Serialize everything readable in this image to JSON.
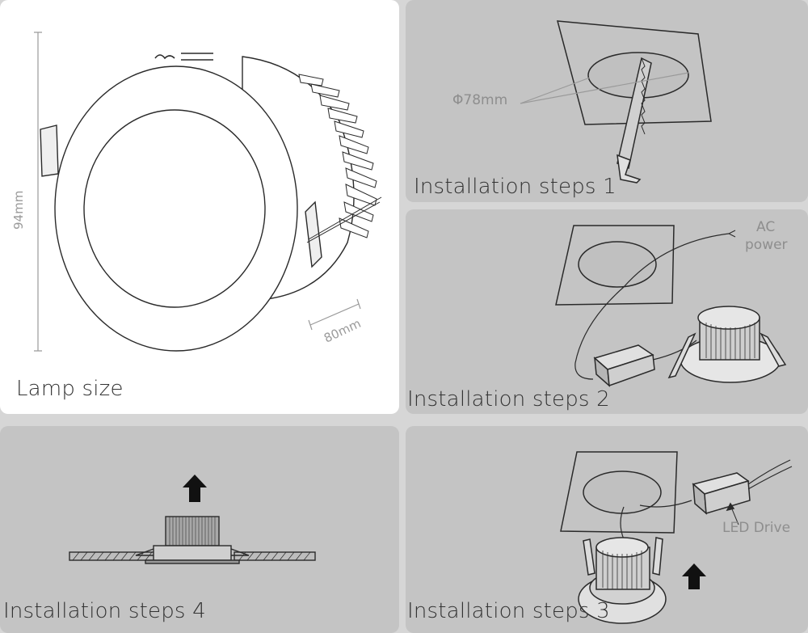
{
  "panels": {
    "lamp": {
      "caption": "Lamp size",
      "height_label": "94mm",
      "depth_label": "80mm"
    },
    "step1": {
      "caption": "Installation steps 1",
      "hole_label": "Φ78mm"
    },
    "step2": {
      "caption": "Installation steps 2",
      "power_label_line1": "AC",
      "power_label_line2": "power"
    },
    "step3": {
      "caption": "Installation steps 3",
      "driver_label": "LED Drive"
    },
    "step4": {
      "caption": "Installation steps 4"
    }
  },
  "colors": {
    "page_background": "#d6d6d6",
    "lamp_panel": "#ffffff",
    "step_panel": "#c4c4c4",
    "line_art": "#2a2a2a",
    "annotation": "#9a9a9a",
    "arrow": "#111111"
  },
  "icons": [
    "hole-saw-icon",
    "up-arrow-icon",
    "downlight-icon",
    "led-driver-icon"
  ]
}
